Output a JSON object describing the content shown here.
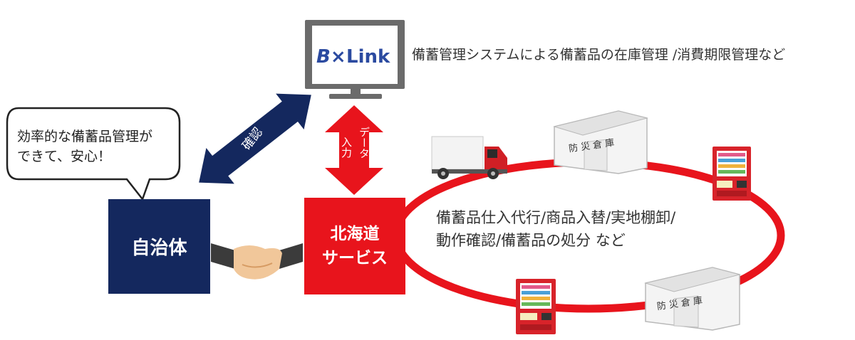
{
  "speech_bubble": {
    "line1": "効率的な備蓄品管理が",
    "line2": "できて、安心！"
  },
  "monitor": {
    "logo_text": "Link",
    "logo_prefix": "B×"
  },
  "system_description": "備蓄管理システムによる備蓄品の在庫管理 /消費期限管理など",
  "arrow_confirm_label": "確認",
  "arrow_data_label": {
    "col1": "入力",
    "col2": "データ"
  },
  "municipality_label": "自治体",
  "service_label": {
    "line1": "北海道",
    "line2": "サービス"
  },
  "ring_text": {
    "line1": "備蓄品仕入代行/商品入替/実地棚卸/",
    "line2": "動作確認/備蓄品の処分 など"
  },
  "warehouse_top_label": "防 災 倉 庫",
  "warehouse_bottom_label": "防 災 倉 庫",
  "colors": {
    "navy": "#14285e",
    "red": "#e8141c",
    "monitor_gray": "#6b6b6b"
  },
  "icons": [
    "speech-bubble",
    "monitor",
    "handshake-icon",
    "truck-icon",
    "warehouse-icon",
    "vending-machine-icon"
  ]
}
